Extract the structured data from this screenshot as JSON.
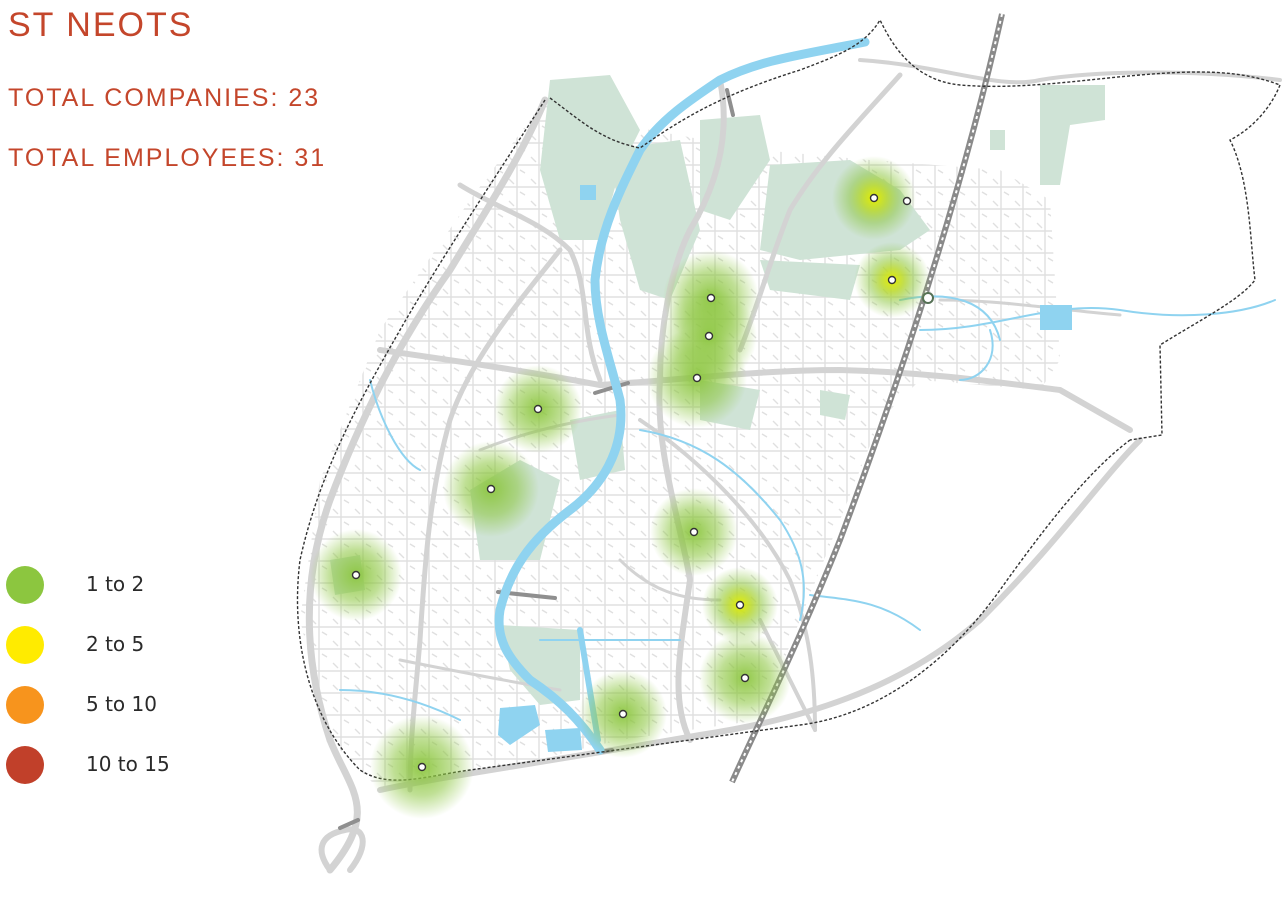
{
  "header": {
    "title": "ST NEOTS",
    "total_companies": "TOTAL COMPANIES: 23",
    "total_employees": "TOTAL EMPLOYEES: 31"
  },
  "legend": [
    {
      "label": "1 to 2",
      "color": "#8cc63f"
    },
    {
      "label": "2 to 5",
      "color": "#ffeb00"
    },
    {
      "label": "5 to 10",
      "color": "#f7941d"
    },
    {
      "label": "10 to 15",
      "color": "#c1402a"
    }
  ],
  "colors": {
    "title": "#c4462b",
    "water": "#8fd3f0",
    "park": "#cfe3d6",
    "road": "#d3d3d3",
    "railway": "#8a8a8a",
    "boundary": "#333333"
  },
  "hotspot_category": "1 to 2"
}
